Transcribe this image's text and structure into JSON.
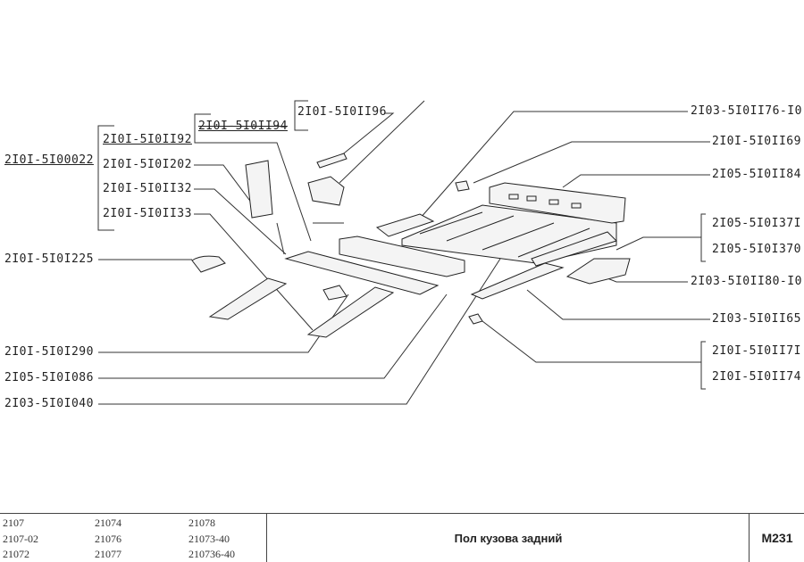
{
  "diagram": {
    "labels_left": [
      "2I0I-5I00022",
      "2I0I-5I0II92",
      "2I0I-5I0I202",
      "2I0I-5I0II32",
      "2I0I-5I0II33",
      "2I0I-5I0II94",
      "2I0I-5I0II96",
      "2I0I-5I0I225",
      "2I0I-5I0I290",
      "2I05-5I0I086",
      "2I03-5I0I040"
    ],
    "labels_right": [
      "2I03-5I0II76-I0",
      "2I0I-5I0II69",
      "2I05-5I0II84",
      "2I05-5I0I37I",
      "2I05-5I0I370",
      "2I03-5I0II80-I0",
      "2I03-5I0II65",
      "2I0I-5I0II7I",
      "2I0I-5I0II74"
    ]
  },
  "footer": {
    "models": [
      [
        "2107",
        "21074",
        "21078"
      ],
      [
        "2107-02",
        "21076",
        "21073-40"
      ],
      [
        "21072",
        "21077",
        "210736-40"
      ]
    ],
    "title": "Пол кузова задний",
    "code": "M231"
  }
}
